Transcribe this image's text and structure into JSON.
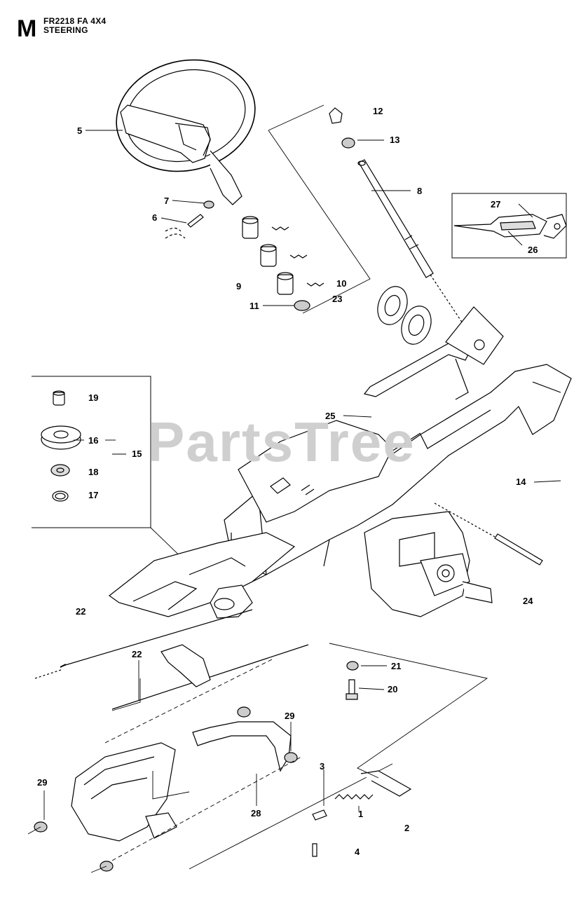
{
  "header": {
    "section_letter": "M",
    "model": "FR2218 FA 4X4",
    "section_name": "STEERING"
  },
  "watermark": "PartsTree",
  "callouts": {
    "c1": "1",
    "c2": "2",
    "c3": "3",
    "c4": "4",
    "c5": "5",
    "c6": "6",
    "c7": "7",
    "c8": "8",
    "c9": "9",
    "c10": "10",
    "c11": "11",
    "c12": "12",
    "c13": "13",
    "c14": "14",
    "c15": "15",
    "c16": "16",
    "c17": "17",
    "c18": "18",
    "c19": "19",
    "c20": "20",
    "c21": "21",
    "c22a": "22",
    "c22b": "22",
    "c23": "23",
    "c24": "24",
    "c25": "25",
    "c26": "26",
    "c27": "27",
    "c28": "28",
    "c29a": "29",
    "c29b": "29"
  },
  "colors": {
    "line": "#000000",
    "fill": "#ffffff",
    "shade": "#d9d9d9",
    "watermark": "#cfcfcf"
  }
}
